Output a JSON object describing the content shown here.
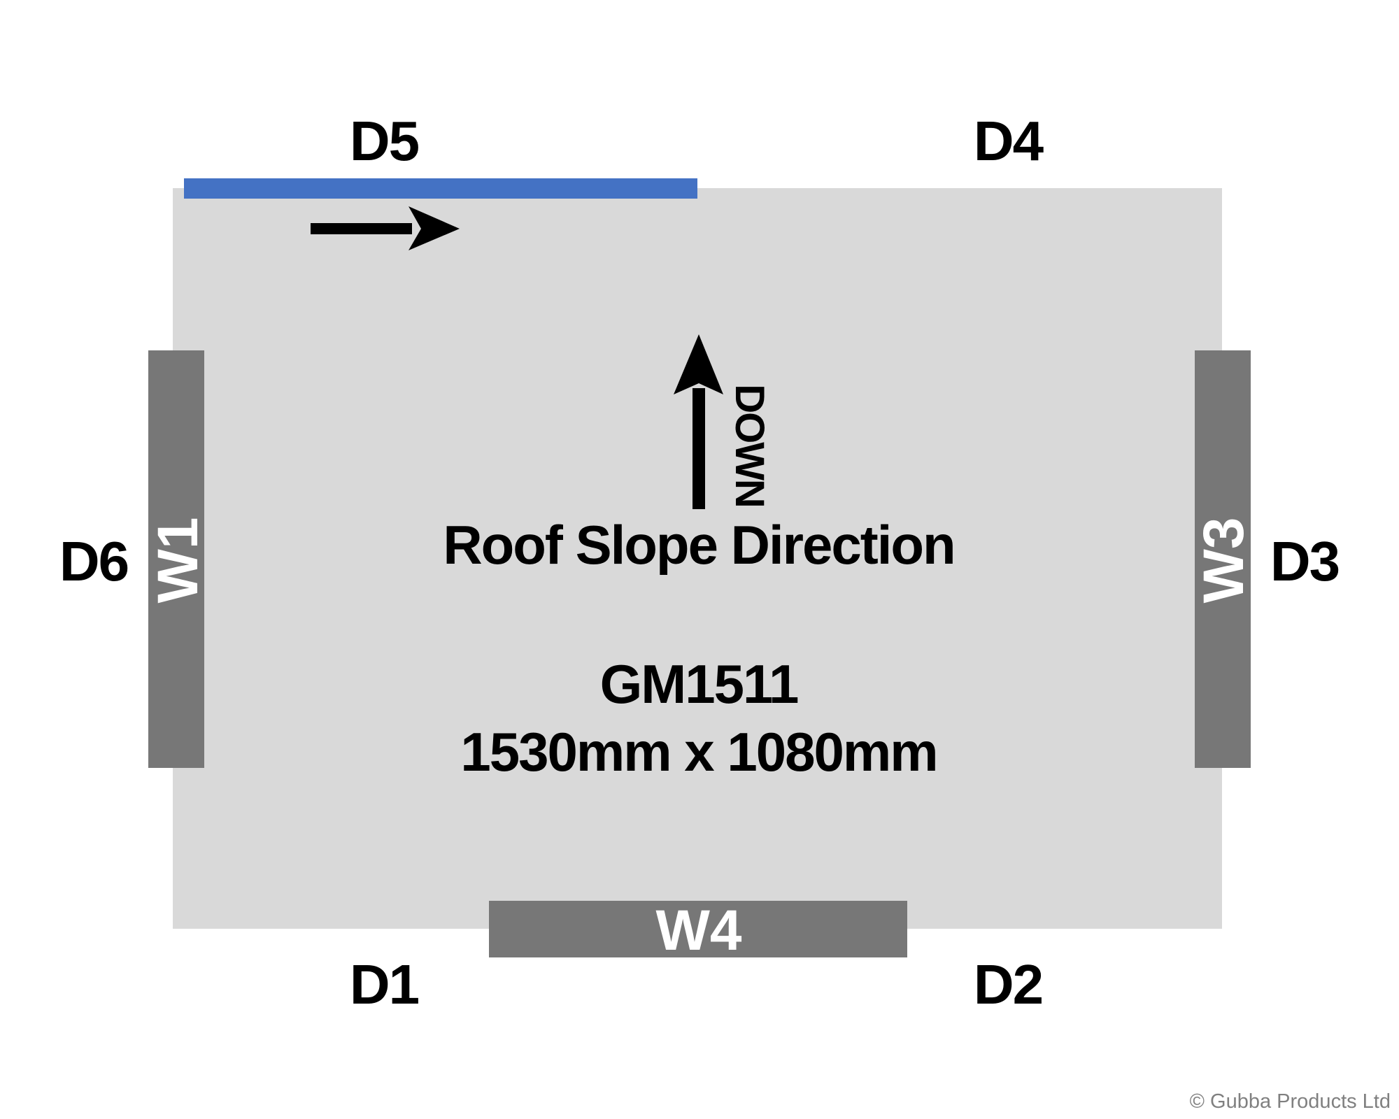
{
  "diagram": {
    "model": "GM1511",
    "dimensions": "1530mm x 1080mm",
    "slope_label": "Roof Slope Direction",
    "slope_arrow_text": "DOWN",
    "corners": {
      "d1": "D1",
      "d2": "D2",
      "d3": "D3",
      "d4": "D4",
      "d5": "D5",
      "d6": "D6"
    },
    "walls": {
      "w1": "W1",
      "w3": "W3",
      "w4": "W4"
    },
    "copyright": "© Gubba Products Ltd"
  },
  "colors": {
    "roof": "#d9d9d9",
    "wall": "#777777",
    "highlight": "#4472c4",
    "text": "#000000"
  }
}
